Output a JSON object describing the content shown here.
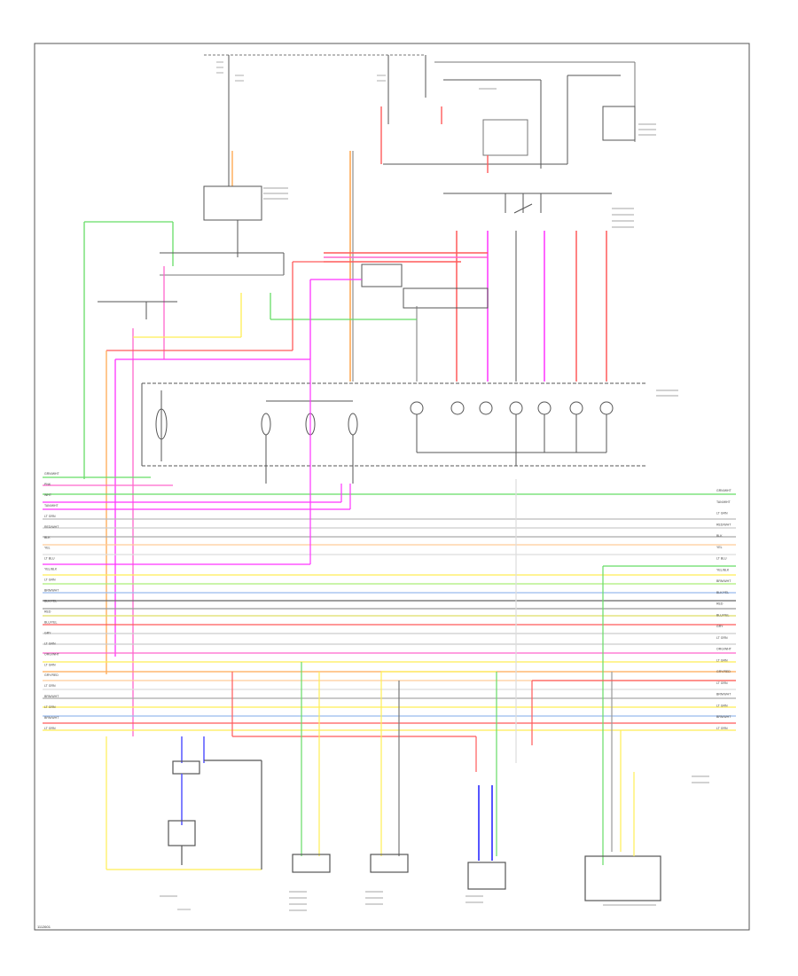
{
  "diagram": {
    "footer_code": "1112601",
    "bus_wire_labels_left": [
      "GRN/WHT",
      "PNK",
      "WHT",
      "TAN/WHT",
      "LT GRN",
      "RED/WHT",
      "BLK",
      "YEL",
      "LT BLU",
      "YEL/BLK",
      "LT GRN",
      "BRN/WHT",
      "BLK/YEL",
      "RED",
      "BLU/YEL",
      "GRY",
      "LT GRN",
      "ORG/WHT",
      "LT GRN",
      "GRY/RED",
      "LT GRN",
      "BRN/WHT",
      "LT GRN",
      "BRN/WHT",
      "LT GRN"
    ],
    "bus_wire_labels_right": [
      "GRN/WHT",
      "TAN/WHT",
      "LT GRN",
      "RED/WHT",
      "BLK",
      "YEL",
      "LT BLU",
      "YEL/BLK",
      "BRN/WHT",
      "BLK/YEL",
      "RED",
      "BLU/YEL",
      "GRY",
      "LT GRN",
      "ORG/WHT",
      "LT GRN",
      "GRY/RED",
      "LT GRN",
      "BRN/WHT",
      "LT GRN",
      "BRN/WHT",
      "LT GRN"
    ],
    "colors": {
      "frame": "#555555",
      "wire_default": "#444444",
      "red": "#ff5a5a",
      "pink": "#ff66cc",
      "magenta": "#ff33ff",
      "green": "#66dd66",
      "yellow": "#ffee55",
      "orange": "#ffaa55",
      "blue": "#5555ff",
      "gray": "#999999"
    }
  }
}
